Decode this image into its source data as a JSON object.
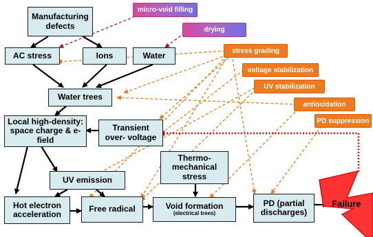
{
  "nodes": {
    "manufacturing_defects": "Manufacturing defects",
    "ac_stress": "AC stress",
    "ions": "Ions",
    "water": "Water",
    "water_trees": "Water trees",
    "local_high_density": "Local high-density: space charge & e-field",
    "transient_overvoltage": "Transient over- voltage",
    "thermo_mechanical_stress": "Thermo- mechanical stress",
    "uv_emission": "UV emission",
    "hot_electron": "Hot electron acceleration",
    "free_radical": "Free radical",
    "void_formation": "Void formation",
    "void_formation_sub": "(electrical trees)",
    "pd": "PD (partial discharges)",
    "failure": "Failure"
  },
  "remedies": {
    "micro_void_filling": "micro-void filling",
    "drying": "drying",
    "stress_grading": "stress grading",
    "voltage_stabilization": "voltage stabilization",
    "uv_stabilization": "UV stabilization",
    "antioxidation": "antioxidation",
    "pd_suppression": "PD suppression"
  },
  "colors": {
    "node_fill": "#d8ebee",
    "remedy_orange": "#f07a1e",
    "remedy_gradient_start": "#d44a9a",
    "remedy_gradient_end": "#6f6fe0",
    "dashed_orange": "#f07a1e",
    "dashed_darkred": "#9b1c2e",
    "dotted_red": "#e00000",
    "failure_fill": "#ff3333"
  }
}
